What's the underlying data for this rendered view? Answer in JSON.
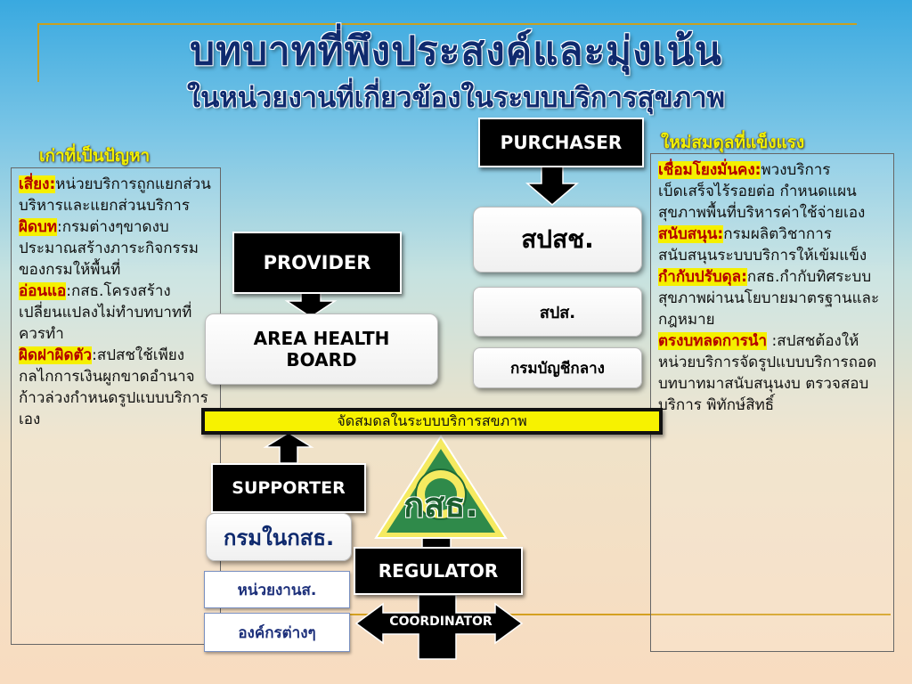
{
  "title": "บทบาทที่พึงประสงค์และมุ่งเน้น",
  "subtitle": "ในหน่วยงานที่เกี่ยวข้องในระบบบริการสุขภาพ",
  "left": {
    "heading": "เก่าที่เป็นปัญหา",
    "items": [
      {
        "key": "เสี่ยง:",
        "text": "หน่วยบริการถูกแยกส่วนบริหารและแยกส่วนบริการ"
      },
      {
        "key": "ผิดบท",
        "text": ":กรมต่างๆขาดงบประมาณสร้างภาระกิจกรรมของกรมให้พื้นที่"
      },
      {
        "key": "อ่อนแอ",
        "text": ":กสธ.โครงสร้างเปลี่ยนแปลงไม่ทำบทบาทที่ควรทำ"
      },
      {
        "key": "ผิดฝาผิดตัว",
        "text": ":สปสชใช้เพียงกลไกการเงินผูกขาดอำนาจก้าวล่วงกำหนดรูปแบบบริการเอง"
      }
    ]
  },
  "right": {
    "heading": "ใหม่สมดุลที่แข็งแรง",
    "items": [
      {
        "key": "เชื่อมโยงมั่นคง:",
        "text": "พวงบริการเบ็ดเสร็จไร้รอยต่อ กำหนดแผนสุขภาพพื้นที่บริหารค่าใช้จ่ายเอง"
      },
      {
        "key": "สนับสนุน:",
        "text": "กรมผลิตวิชาการสนับสนุนระบบบริการให้เข้มแข็ง"
      },
      {
        "key": "กำกับปรับดุล:",
        "text": "กสธ.กำกับทิศระบบสุขภาพผ่านนโยบายมาตรฐานและกฎหมาย"
      },
      {
        "key": "ตรงบทลดการนำ",
        "text": " :สปสชต้องให้หน่วยบริการจัดรูปแบบบริการถอดบทบาทมาสนับสนุนงบ ตรวจสอบบริการ พิทักษ์สิทธิ์"
      }
    ]
  },
  "diagram": {
    "purchaser": "PURCHASER",
    "nhso": "สปสช.",
    "nhso_office": "สปส.",
    "comptroller": "กรมบัญชีกลาง",
    "provider": "PROVIDER",
    "area_health_board": "AREA HEALTH BOARD",
    "balance": "จัดสมดลในระบบบริการสขภาพ",
    "supporter": "SUPPORTER",
    "moph_departments": "กรมในกสธ.",
    "logo_text": "กสธ.",
    "regulator": "REGULATOR",
    "coordinator": "COORDINATOR",
    "nhso_units": "หน่วยงานส.",
    "organizations": "องค์กรต่างๆ"
  },
  "colors": {
    "title": "#0f2a6e",
    "keyword_bg": "#f5f000",
    "keyword_text": "#b40000",
    "heading_yellow": "#f2ef00"
  }
}
